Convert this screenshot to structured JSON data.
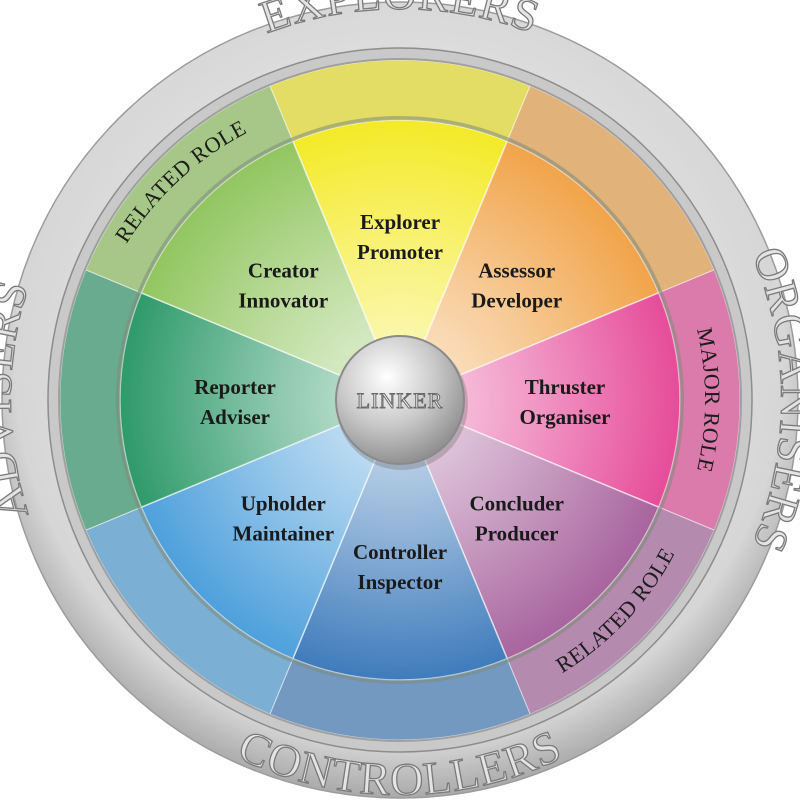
{
  "outer_labels": {
    "top": "EXPLORERS",
    "right": "ORGANISERS",
    "bottom": "CONTROLLERS",
    "left": "ADVISERS"
  },
  "band_labels": {
    "related_role_top": "RELATED ROLE",
    "major_role": "MAJOR ROLE",
    "related_role_bottom": "RELATED ROLE"
  },
  "hub": {
    "label": "LINKER"
  },
  "segments": [
    {
      "line1": "Explorer",
      "line2": "Promoter",
      "color": "#f4ea28"
    },
    {
      "line1": "Assessor",
      "line2": "Developer",
      "color": "#f1a44a"
    },
    {
      "line1": "Thruster",
      "line2": "Organiser",
      "color": "#e64c9a"
    },
    {
      "line1": "Concluder",
      "line2": "Producer",
      "color": "#a8649e"
    },
    {
      "line1": "Controller",
      "line2": "Inspector",
      "color": "#3f7cbc"
    },
    {
      "line1": "Upholder",
      "line2": "Maintainer",
      "color": "#4ea0dc"
    },
    {
      "line1": "Reporter",
      "line2": "Adviser",
      "color": "#2e9a6a"
    },
    {
      "line1": "Creator",
      "line2": "Innovator",
      "color": "#92c660"
    }
  ]
}
